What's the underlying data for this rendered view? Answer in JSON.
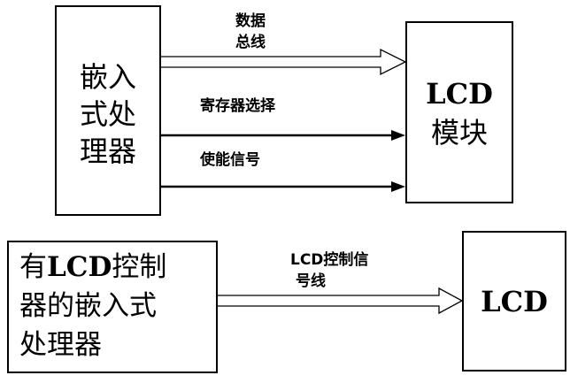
{
  "top_diagram": {
    "processor": {
      "lines": [
        "嵌入",
        "式处",
        "理器"
      ]
    },
    "lcd_module": {
      "lines": [
        "LCD",
        "模块"
      ]
    },
    "data_bus": {
      "lines": [
        "数据",
        "总线"
      ]
    },
    "register_select": "寄存器选择",
    "enable_signal": "使能信号"
  },
  "bottom_diagram": {
    "processor": {
      "line1_prefix": "有",
      "line1_bold": "LCD",
      "line1_suffix": "控制",
      "line2": "器的嵌入式",
      "line3": "处理器"
    },
    "lcd": "LCD",
    "control_bus": {
      "line1": "LCD控制信",
      "line2": "号线"
    }
  },
  "colors": {
    "stroke": "#000000",
    "fill": "#ffffff"
  }
}
